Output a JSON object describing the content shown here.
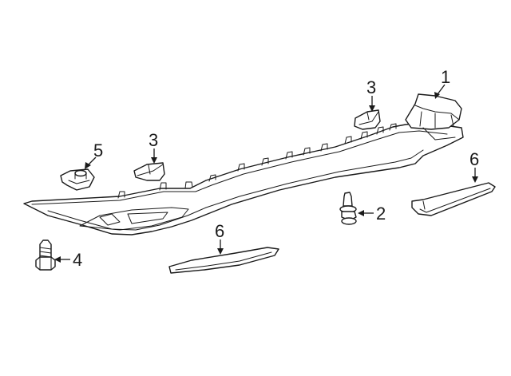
{
  "callouts": {
    "c1": "1",
    "c2": "2",
    "c3a": "3",
    "c3b": "3",
    "c4": "4",
    "c5": "5",
    "c6a": "6",
    "c6b": "6"
  },
  "colors": {
    "line": "#1a1a1a",
    "background": "#ffffff"
  }
}
